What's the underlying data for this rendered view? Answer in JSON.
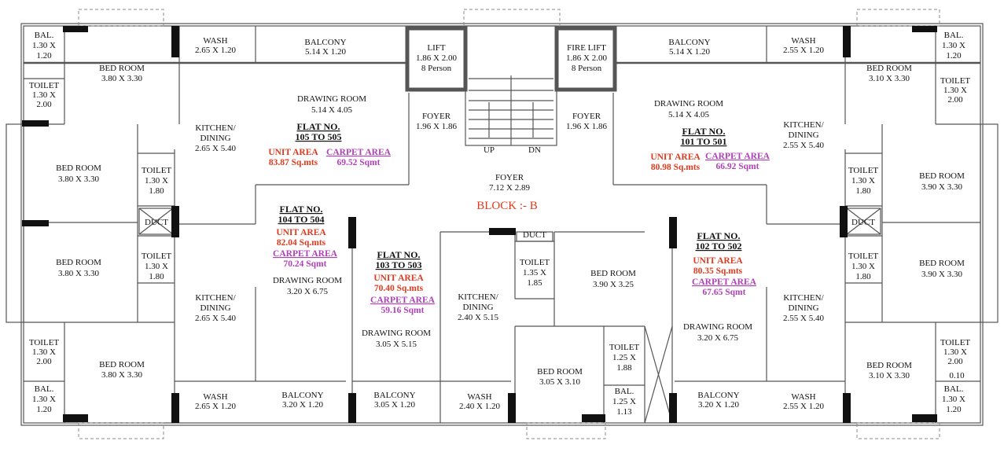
{
  "colors": {
    "unit_area": "#e03a1e",
    "carpet_area": "#b040b8",
    "block": "#e03a1e",
    "wall": "#555555",
    "text": "#111111"
  },
  "block_title": "BLOCK :- B",
  "rooms": [
    {
      "id": "bal-tl",
      "lines": [
        "BAL.",
        "1.30 X",
        "1.20"
      ]
    },
    {
      "id": "bed-tl",
      "lines": [
        "BED ROOM",
        "3.80 X 3.30"
      ]
    },
    {
      "id": "wash-tl",
      "lines": [
        "WASH",
        "2.65 X 1.20"
      ]
    },
    {
      "id": "balcony-tl",
      "lines": [
        "BALCONY",
        "5.14 X 1.20"
      ]
    },
    {
      "id": "lift",
      "lines": [
        "LIFT",
        "1.86 X 2.00",
        "8 Person"
      ]
    },
    {
      "id": "fire-lift",
      "lines": [
        "FIRE LIFT",
        "1.86 X 2.00",
        "8 Person"
      ]
    },
    {
      "id": "balcony-tr",
      "lines": [
        "BALCONY",
        "5.14 X 1.20"
      ]
    },
    {
      "id": "wash-tr",
      "lines": [
        "WASH",
        "2.55 X 1.20"
      ]
    },
    {
      "id": "bed-tr",
      "lines": [
        "BED ROOM",
        "3.10 X 3.30"
      ]
    },
    {
      "id": "bal-tr",
      "lines": [
        "BAL.",
        "1.30 X",
        "1.20"
      ]
    },
    {
      "id": "toilet-tl",
      "lines": [
        "TOILET",
        "1.30 X",
        "2.00"
      ]
    },
    {
      "id": "toilet-tr",
      "lines": [
        "TOILET",
        "1.30 X",
        "2.00"
      ]
    },
    {
      "id": "drawing-105",
      "lines": [
        "DRAWING ROOM",
        "5.14 X 4.05"
      ]
    },
    {
      "id": "drawing-101",
      "lines": [
        "DRAWING ROOM",
        "5.14 X 4.05"
      ]
    },
    {
      "id": "foyer-l",
      "lines": [
        "FOYER",
        "1.96 X 1.86"
      ]
    },
    {
      "id": "foyer-r",
      "lines": [
        "FOYER",
        "1.96 X 1.86"
      ]
    },
    {
      "id": "kitchen-tl",
      "lines": [
        "KITCHEN/",
        "DINING",
        "2.65 X 5.40"
      ]
    },
    {
      "id": "kitchen-tr",
      "lines": [
        "KITCHEN/",
        "DINING",
        "2.55 X 5.40"
      ]
    },
    {
      "id": "bed-ml-1",
      "lines": [
        "BED ROOM",
        "3.80 X 3.30"
      ]
    },
    {
      "id": "toilet-ml-1",
      "lines": [
        "TOILET",
        "1.30 X",
        "1.80"
      ]
    },
    {
      "id": "foyer-c",
      "lines": [
        "FOYER",
        "7.12 X 2.89"
      ]
    },
    {
      "id": "toilet-mr-1",
      "lines": [
        "TOILET",
        "1.30 X",
        "1.80"
      ]
    },
    {
      "id": "bed-mr-1",
      "lines": [
        "BED ROOM",
        "3.90 X 3.30"
      ]
    },
    {
      "id": "duct-l",
      "lines": [
        "DUCT"
      ]
    },
    {
      "id": "duct-c",
      "lines": [
        "DUCT"
      ]
    },
    {
      "id": "duct-r",
      "lines": [
        "DUCT"
      ]
    },
    {
      "id": "bed-ml-2",
      "lines": [
        "BED ROOM",
        "3.80 X 3.30"
      ]
    },
    {
      "id": "toilet-ml-2",
      "lines": [
        "TOILET",
        "1.30 X",
        "1.80"
      ]
    },
    {
      "id": "toilet-c",
      "lines": [
        "TOILET",
        "1.35 X",
        "1.85"
      ]
    },
    {
      "id": "bed-c",
      "lines": [
        "BED ROOM",
        "3.90 X 3.25"
      ]
    },
    {
      "id": "toilet-mr-2",
      "lines": [
        "TOILET",
        "1.30 X",
        "1.80"
      ]
    },
    {
      "id": "bed-mr-2",
      "lines": [
        "BED ROOM",
        "3.90 X 3.30"
      ]
    },
    {
      "id": "drawing-104",
      "lines": [
        "DRAWING ROOM",
        "3.20 X 6.75"
      ]
    },
    {
      "id": "kitchen-bl",
      "lines": [
        "KITCHEN/",
        "DINING",
        "2.65 X 5.40"
      ]
    },
    {
      "id": "kitchen-103",
      "lines": [
        "KITCHEN/",
        "DINING",
        "2.40 X 5.15"
      ]
    },
    {
      "id": "drawing-103",
      "lines": [
        "DRAWING ROOM",
        "3.05 X 5.15"
      ]
    },
    {
      "id": "drawing-102",
      "lines": [
        "DRAWING ROOM",
        "3.20 X 6.75"
      ]
    },
    {
      "id": "kitchen-br",
      "lines": [
        "KITCHEN/",
        "DINING",
        "2.55 X 5.40"
      ]
    },
    {
      "id": "toilet-bl",
      "lines": [
        "TOILET",
        "1.30 X",
        "2.00"
      ]
    },
    {
      "id": "bed-bl",
      "lines": [
        "BED ROOM",
        "3.80 X 3.30"
      ]
    },
    {
      "id": "toilet-bc",
      "lines": [
        "TOILET",
        "1.25 X",
        "1.88"
      ]
    },
    {
      "id": "bed-bc",
      "lines": [
        "BED ROOM",
        "3.05 X 3.10"
      ]
    },
    {
      "id": "bed-br",
      "lines": [
        "BED ROOM",
        "3.10 X 3.30"
      ]
    },
    {
      "id": "toilet-br",
      "lines": [
        "TOILET",
        "1.30 X",
        "2.00"
      ]
    },
    {
      "id": "bal-bl",
      "lines": [
        "BAL.",
        "1.30 X",
        "1.20"
      ]
    },
    {
      "id": "wash-bl",
      "lines": [
        "WASH",
        "2.65 X 1.20"
      ]
    },
    {
      "id": "balcony-bl",
      "lines": [
        "BALCONY",
        "3.20 X 1.20"
      ]
    },
    {
      "id": "balcony-103",
      "lines": [
        "BALCONY",
        "3.05 X 1.20"
      ]
    },
    {
      "id": "wash-103",
      "lines": [
        "WASH",
        "2.40 X 1.20"
      ]
    },
    {
      "id": "bal-bc",
      "lines": [
        "BAL.",
        "1.25 X",
        "1.13"
      ]
    },
    {
      "id": "balcony-102",
      "lines": [
        "BALCONY",
        "3.20 X 1.20"
      ]
    },
    {
      "id": "wash-br",
      "lines": [
        "WASH",
        "2.55 X 1.20"
      ]
    },
    {
      "id": "bal-br",
      "lines": [
        "BAL.",
        "1.30 X",
        "1.20"
      ]
    },
    {
      "id": "misc-010",
      "lines": [
        "0.10"
      ]
    }
  ],
  "flats": [
    {
      "id": "flat-105",
      "title": [
        "FLAT NO.",
        "105 TO 505"
      ],
      "unit": [
        "UNIT AREA",
        "83.87 Sq.mts"
      ],
      "carpet": [
        "CARPET AREA",
        "69.52 Sqmt"
      ]
    },
    {
      "id": "flat-101",
      "title": [
        "FLAT NO.",
        "101 TO 501"
      ],
      "unit": [
        "UNIT AREA",
        "80.98 Sq.mts"
      ],
      "carpet": [
        "CARPET AREA",
        "66.92 Sqmt"
      ]
    },
    {
      "id": "flat-104",
      "title": [
        "FLAT NO.",
        "104 TO 504"
      ],
      "unit": [
        "UNIT AREA",
        "82.04 Sq.mts"
      ],
      "carpet": [
        "CARPET AREA",
        "70.24 Sqmt"
      ]
    },
    {
      "id": "flat-103",
      "title": [
        "FLAT NO.",
        "103 TO 503"
      ],
      "unit": [
        "UNIT AREA",
        "70.40 Sq.mts"
      ],
      "carpet": [
        "CARPET AREA",
        "59.16 Sqmt"
      ]
    },
    {
      "id": "flat-102",
      "title": [
        "FLAT NO.",
        "102 TO 502"
      ],
      "unit": [
        "UNIT AREA",
        "80.35 Sq.mts"
      ],
      "carpet": [
        "CARPET AREA",
        "67.65 Sqmt"
      ]
    }
  ],
  "stairs": {
    "up": "UP",
    "down": "DN"
  }
}
